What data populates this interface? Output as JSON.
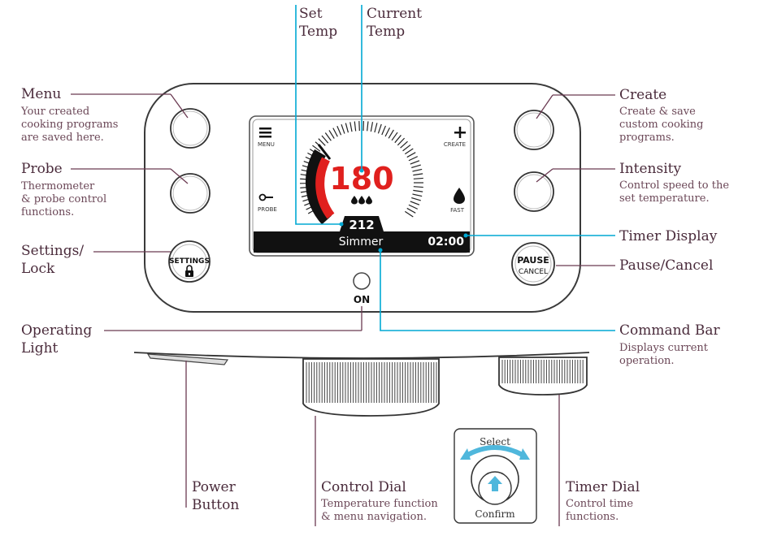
{
  "screen": {
    "menu_label": "MENU",
    "create_label": "CREATE",
    "probe_label": "PROBE",
    "fast_label": "FAST",
    "current_temp": "180",
    "set_temp": "212",
    "mode": "Simmer",
    "timer": "02:00"
  },
  "buttons": {
    "settings": "SETTINGS",
    "pause": "PAUSE",
    "cancel": "CANCEL",
    "on": "ON"
  },
  "dial_inset": {
    "select": "Select",
    "confirm": "Confirm"
  },
  "callouts": {
    "set_temp": "Set\nTemp",
    "current_temp": "Current\nTemp",
    "menu_title": "Menu",
    "menu_desc": "Your created\ncooking programs\nare saved here.",
    "probe_title": "Probe",
    "probe_desc": "Thermometer\n& probe control\nfunctions.",
    "settings_title": "Settings/\nLock",
    "operating_title": "Operating\nLight",
    "create_title": "Create",
    "create_desc": "Create & save\ncustom cooking\nprograms.",
    "intensity_title": "Intensity",
    "intensity_desc": "Control speed to the\nset temperature.",
    "timer_display_title": "Timer Display",
    "pause_title": "Pause/Cancel",
    "command_title": "Command Bar",
    "command_desc": "Displays current\noperation.",
    "power_title": "Power\nButton",
    "control_title": "Control Dial",
    "control_desc": "Temperature function\n& menu navigation.",
    "timer_dial_title": "Timer Dial",
    "timer_dial_desc": "Control time\nfunctions."
  },
  "colors": {
    "accent_line": "#00a9d4",
    "label": "#4a2b3b",
    "red": "#e0201e",
    "display_black": "#111111"
  }
}
